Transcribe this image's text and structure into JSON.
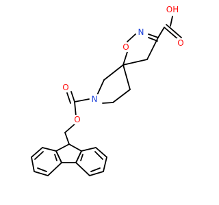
{
  "atoms": {
    "oh": {
      "text": "OH",
      "color": "#ff0d0d"
    },
    "n_ring": {
      "text": "N",
      "color": "#1a3fd9"
    },
    "o_ring": {
      "text": "O",
      "color": "#ff0d0d"
    },
    "o_acid_carbonyl": {
      "text": "O",
      "color": "#ff0d0d"
    },
    "n_pyrrolidine": {
      "text": "N",
      "color": "#1a3fd9"
    },
    "o_carbamate_carbonyl": {
      "text": "O",
      "color": "#ff0d0d"
    },
    "o_carbamate_ester": {
      "text": "O",
      "color": "#ff0d0d"
    }
  },
  "colors": {
    "bond": "#000000",
    "oxygen": "#ff0d0d",
    "nitrogen": "#1a3fd9",
    "background": "#ffffff"
  }
}
